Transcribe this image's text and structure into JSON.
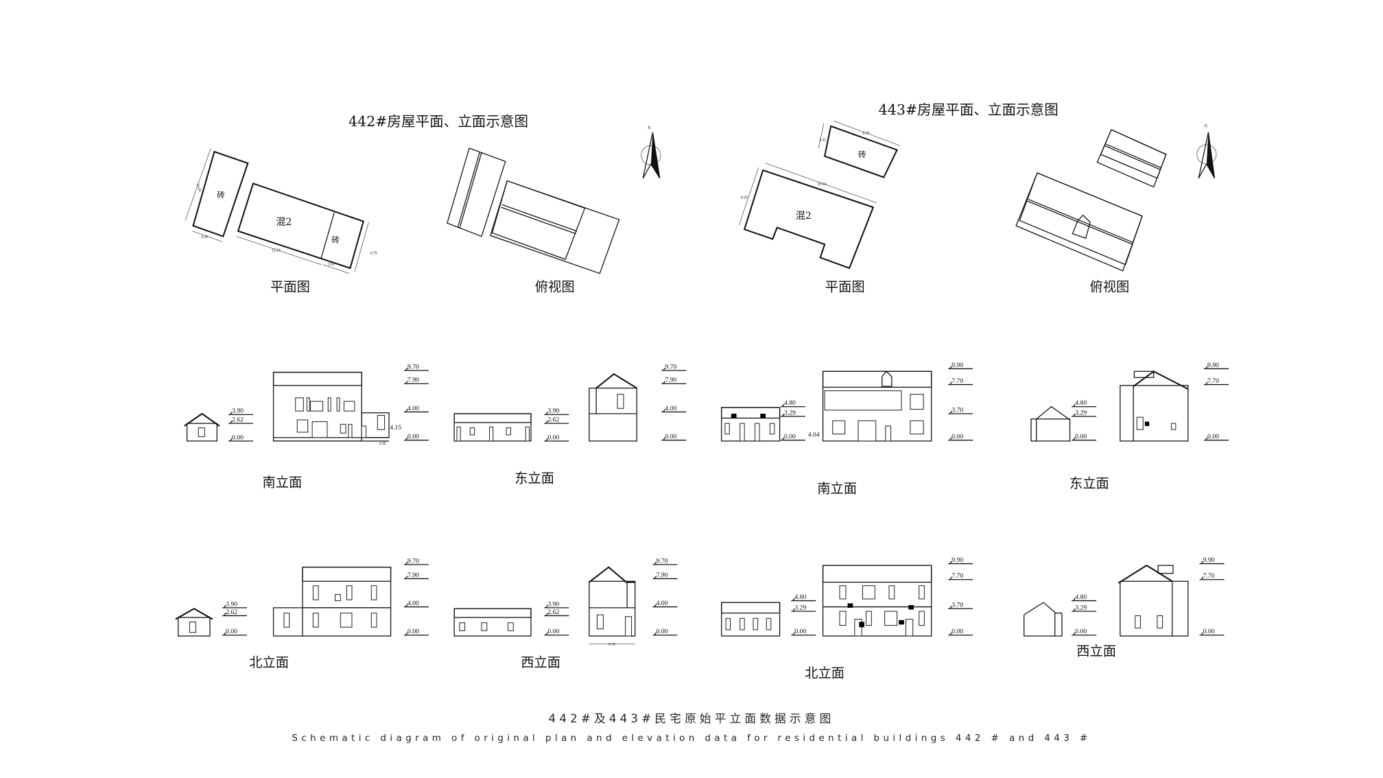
{
  "house_442": {
    "title": "442#房屋平面、立面示意图",
    "plan_label": "平面图",
    "top_view_label": "俯视图",
    "plan_marks": [
      "砖",
      "混2",
      "砖"
    ],
    "plan_dimensions": [
      "15.66",
      "4.32",
      "12.24",
      "3.97",
      "6.75"
    ],
    "south_label": "南立面",
    "east_label": "东立面",
    "north_label": "北立面",
    "west_label": "西立面",
    "levels_small": [
      "3.90",
      "2.62",
      "0.00"
    ],
    "levels_main": [
      "9.70",
      "7.90",
      "4.00",
      "0.00"
    ],
    "south_extra_dim": "4.15",
    "south_sub_dim": "0.35",
    "west_width_dim": "6.75"
  },
  "house_443": {
    "title": "443#房屋平面、立面示意图",
    "plan_label": "平面图",
    "top_view_label": "俯视图",
    "plan_marks": [
      "砖",
      "混2"
    ],
    "plan_dimensions": [
      "4.31",
      "8.29",
      "8.32",
      "15.16"
    ],
    "south_label": "南立面",
    "east_label": "东立面",
    "north_label": "北立面",
    "west_label": "西立面",
    "levels_small": [
      "4.80",
      "3.29",
      "0.00"
    ],
    "levels_main": [
      "9.90",
      "7.70",
      "3.70",
      "0.00"
    ],
    "south_extra_dim": "4.04"
  },
  "north_arrow_label": "北",
  "footer": {
    "title": "442#及443#民宅原始平立面数据示意图",
    "subtitle": "Schematic diagram of original plan and elevation data for residential buildings 442 # and 443 #"
  }
}
